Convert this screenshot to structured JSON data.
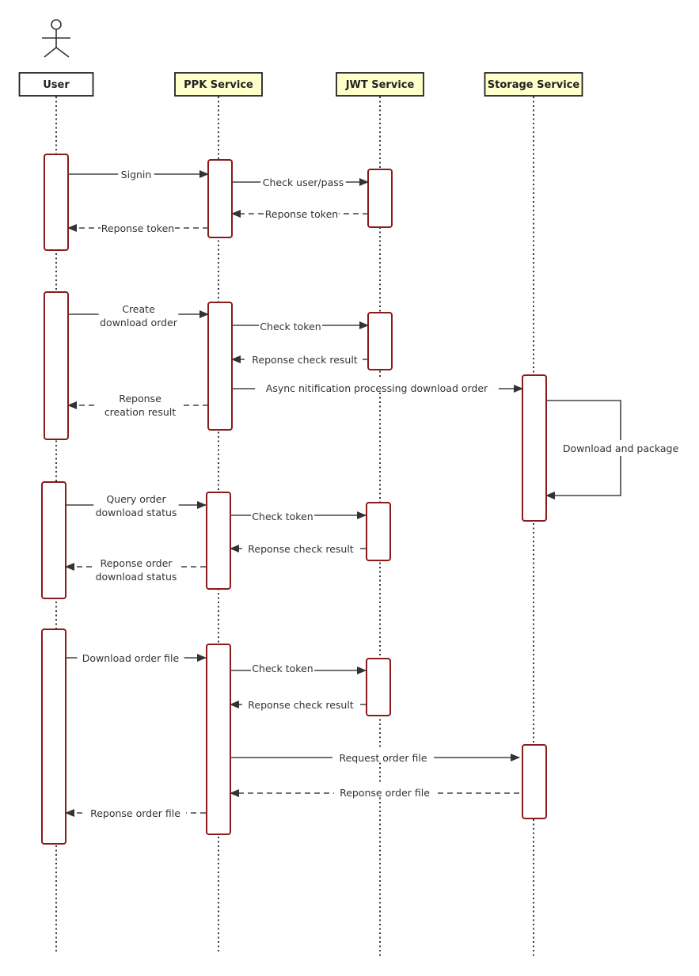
{
  "colors": {
    "actor_fill": "#ffffff",
    "service_fill": "#ffffcc",
    "header_border": "#222222",
    "activation_border": "#8b1a1a",
    "line": "#444444",
    "lifeline": "#222222"
  },
  "participants": [
    {
      "id": "user",
      "label": "User",
      "kind": "actor",
      "icon": "stick-figure-icon"
    },
    {
      "id": "ppk",
      "label": "PPK Service",
      "kind": "service"
    },
    {
      "id": "jwt",
      "label": "JWT Service",
      "kind": "service"
    },
    {
      "id": "storage",
      "label": "Storage Service",
      "kind": "service"
    }
  ],
  "messages": [
    {
      "from": "user",
      "to": "ppk",
      "label": [
        "Signin"
      ],
      "style": "sync"
    },
    {
      "from": "ppk",
      "to": "jwt",
      "label": [
        "Check user/pass"
      ],
      "style": "sync"
    },
    {
      "from": "jwt",
      "to": "ppk",
      "label": [
        "Reponse token"
      ],
      "style": "reply"
    },
    {
      "from": "ppk",
      "to": "user",
      "label": [
        "Reponse token"
      ],
      "style": "reply"
    },
    {
      "from": "user",
      "to": "ppk",
      "label": [
        "Create",
        "download order"
      ],
      "style": "sync"
    },
    {
      "from": "ppk",
      "to": "jwt",
      "label": [
        "Check token"
      ],
      "style": "sync"
    },
    {
      "from": "jwt",
      "to": "ppk",
      "label": [
        "Reponse check result"
      ],
      "style": "reply"
    },
    {
      "from": "ppk",
      "to": "storage",
      "label": [
        "Async nitification processing download order"
      ],
      "style": "sync"
    },
    {
      "from": "ppk",
      "to": "user",
      "label": [
        "Reponse",
        "creation result"
      ],
      "style": "reply"
    },
    {
      "from": "storage",
      "to": "storage",
      "label": [
        "Download and package"
      ],
      "style": "self"
    },
    {
      "from": "user",
      "to": "ppk",
      "label": [
        "Query order",
        "download status"
      ],
      "style": "sync"
    },
    {
      "from": "ppk",
      "to": "jwt",
      "label": [
        "Check token"
      ],
      "style": "sync"
    },
    {
      "from": "jwt",
      "to": "ppk",
      "label": [
        "Reponse check result"
      ],
      "style": "reply"
    },
    {
      "from": "ppk",
      "to": "user",
      "label": [
        "Reponse order",
        "download status"
      ],
      "style": "reply"
    },
    {
      "from": "user",
      "to": "ppk",
      "label": [
        "Download order file"
      ],
      "style": "sync"
    },
    {
      "from": "ppk",
      "to": "jwt",
      "label": [
        "Check token"
      ],
      "style": "sync"
    },
    {
      "from": "jwt",
      "to": "ppk",
      "label": [
        "Reponse check result"
      ],
      "style": "reply"
    },
    {
      "from": "ppk",
      "to": "storage",
      "label": [
        "Request order file"
      ],
      "style": "sync"
    },
    {
      "from": "storage",
      "to": "ppk",
      "label": [
        "Reponse order file"
      ],
      "style": "reply"
    },
    {
      "from": "ppk",
      "to": "user",
      "label": [
        "Reponse order file"
      ],
      "style": "reply"
    }
  ]
}
